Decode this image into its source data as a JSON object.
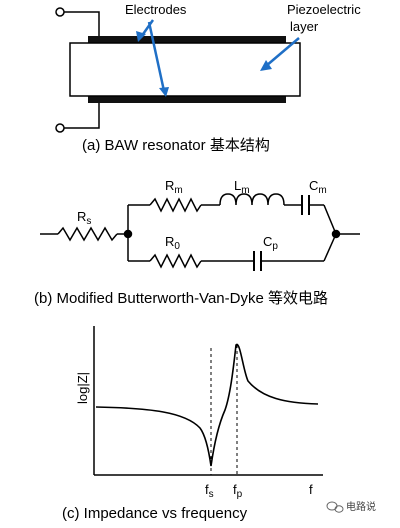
{
  "panel_a": {
    "label_electrodes": "Electrodes",
    "label_piezo_line1": "Piezoelectric",
    "label_piezo_line2": "layer",
    "caption": "(a)  BAW resonator 基本结构"
  },
  "panel_b": {
    "rs": "R",
    "rs_sub": "s",
    "rm": "R",
    "rm_sub": "m",
    "lm": "L",
    "lm_sub": "m",
    "cm": "C",
    "cm_sub": "m",
    "r0": "R",
    "r0_sub": "0",
    "cp": "C",
    "cp_sub": "p",
    "caption": "(b)  Modified Butterworth-Van-Dyke 等效电路"
  },
  "panel_c": {
    "ylabel": "log|Z|",
    "tick_fs": "f",
    "tick_fs_sub": "s",
    "tick_fp": "f",
    "tick_fp_sub": "p",
    "xlabel": "f",
    "caption": "(c)  Impedance vs frequency"
  },
  "watermark": "电路说"
}
